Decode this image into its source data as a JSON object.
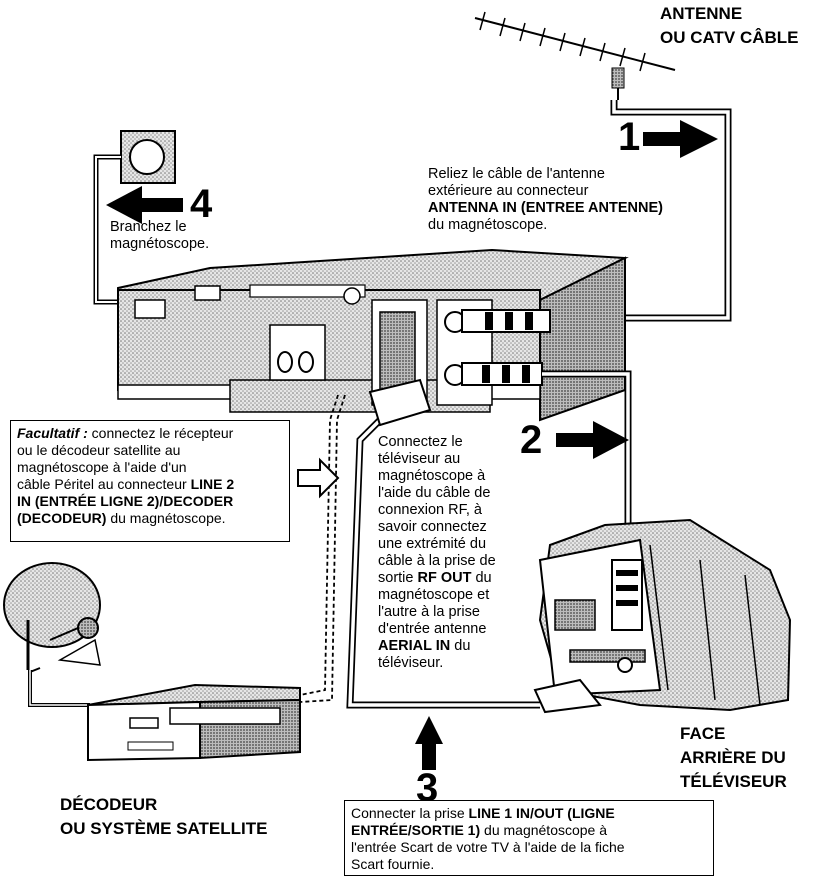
{
  "labels": {
    "antenna_1": "ANTENNE",
    "antenna_2": "OU CATV CÂBLE",
    "decoder_1": "DÉCODEUR",
    "decoder_2": "OU SYSTÈME SATELLITE",
    "tv_back_1": "FACE",
    "tv_back_2": "ARRIÈRE DU",
    "tv_back_3": "TÉLÉVISEUR"
  },
  "steps": {
    "s1": "1",
    "s2": "2",
    "s3": "3",
    "s4": "4"
  },
  "step1_text": {
    "l1": "Reliez le câble de l'antenne",
    "l2": "extérieure au connecteur",
    "l3": "ANTENNA IN (ENTREE ANTENNE)",
    "l4": "du magnétoscope."
  },
  "step4_text": {
    "l1": "Branchez le",
    "l2": "magnétoscope."
  },
  "optional_box": {
    "l1_em": "Facultatif :",
    "l1": " connectez le récepteur",
    "l2": "ou le décodeur satellite au",
    "l3": "magnétoscope à l'aide d'un",
    "l4": "câble Péritel au connecteur ",
    "l4_b": "LINE 2",
    "l5_b": "IN (ENTRÉE LIGNE 2)/DECODER",
    "l6_b": "(DECODEUR)",
    "l6": " du magnétoscope."
  },
  "step2_text": {
    "l1": "Connectez le",
    "l2": "téléviseur au",
    "l3": "magnétoscope à",
    "l4": "l'aide du câble de",
    "l5": "connexion RF, à",
    "l6": "savoir connectez",
    "l7": "une extrémité du",
    "l8": "câble à la prise de",
    "l9": "sortie ",
    "l9_b": "RF OUT",
    "l9_c": " du",
    "l10": "magnétoscope et",
    "l11": "l'autre à la prise",
    "l12": "d'entrée antenne",
    "l13_b": "AERIAL IN",
    "l13": " du",
    "l14": "téléviseur."
  },
  "step3_box": {
    "l1": "Connecter la prise ",
    "l1_b": "LINE 1 IN/OUT (LIGNE",
    "l2_b": "ENTRÉE/SORTIE 1)",
    "l2": " du magnétoscope à",
    "l3": "l'entrée Scart de votre TV à l'aide de la fiche",
    "l4": "Scart fournie."
  },
  "colors": {
    "ink": "#000000",
    "paper": "#ffffff",
    "shade": "#c8c8c8",
    "dark": "#555555"
  }
}
